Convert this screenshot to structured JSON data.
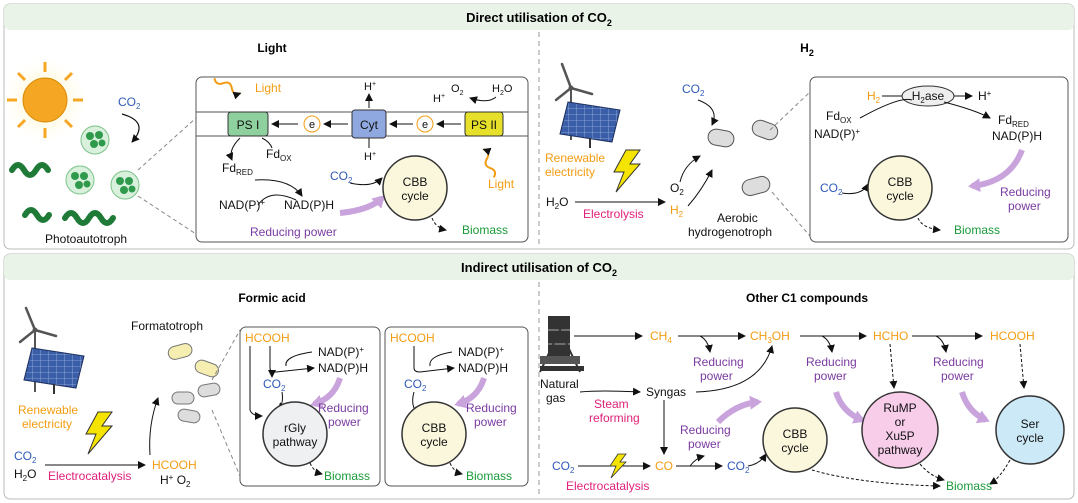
{
  "direct": {
    "title": "Direct utilisation of CO",
    "sub": "2",
    "light": {
      "title": "Light",
      "photoautotroph": "Photoautotroph",
      "co2": "CO",
      "co2_sub": "2",
      "light_top": "Light",
      "light_right": "Light",
      "ps1": "PS I",
      "ps2": "PS II",
      "cyt": "Cyt",
      "e": "e",
      "hplus": "H",
      "o2": "O",
      "h2o": "H",
      "fd_red": "Fd",
      "fd_red_sub": "RED",
      "fd_ox": "Fd",
      "fd_ox_sub": "OX",
      "nadp": "NAD(P)",
      "nadph": "NAD(P)H",
      "reducing_power": "Reducing power",
      "cbb": "CBB",
      "cycle": "cycle",
      "biomass": "Biomass"
    },
    "h2": {
      "title": "H",
      "title_sub": "2",
      "renewable": "Renewable",
      "electricity": "electricity",
      "h2o": "H",
      "electrolysis": "Electrolysis",
      "o2": "O",
      "h2": "H",
      "co2": "CO",
      "aerobic": "Aerobic",
      "hydrogenotroph": "hydrogenotroph",
      "h2ase": "H",
      "h2ase_rest": "ase",
      "hplus": "H",
      "fd_ox": "Fd",
      "fd_ox_sub": "OX",
      "fd_red": "Fd",
      "fd_red_sub": "RED",
      "nadp": "NAD(P)",
      "nadph": "NAD(P)H",
      "reducing": "Reducing",
      "power": "power",
      "cbb": "CBB",
      "cycle": "cycle",
      "biomass": "Biomass"
    }
  },
  "indirect": {
    "title": "Indirect utilisation of CO",
    "sub": "2",
    "formic": {
      "title": "Formic acid",
      "formatotroph": "Formatotroph",
      "renewable": "Renewable",
      "electricity": "electricity",
      "co2": "CO",
      "h2o": "H",
      "electrocatalysis": "Electrocatalysis",
      "hcooh": "HCOOH",
      "hplus_o2": "H",
      "o2": "O",
      "nadp": "NAD(P)",
      "nadph": "NAD(P)H",
      "reducing": "Reducing",
      "power": "power",
      "rgly": "rGly",
      "pathway": "pathway",
      "cbb": "CBB",
      "cycle": "cycle",
      "biomass": "Biomass"
    },
    "c1": {
      "title": "Other C1 compounds",
      "natural": "Natural",
      "gas": "gas",
      "ch4": "CH",
      "ch3oh_a": "CH",
      "ch3oh_b": "OH",
      "hcho": "HCHO",
      "hcooh": "HCOOH",
      "reducing": "Reducing",
      "power": "power",
      "steam": "Steam",
      "reforming": "reforming",
      "syngas": "Syngas",
      "co2": "CO",
      "co": "CO",
      "electrocatalysis": "Electrocatalysis",
      "cbb": "CBB",
      "cycle": "cycle",
      "rump": "RuMP",
      "or": "or",
      "xu5p": "Xu5P",
      "pathway": "pathway",
      "ser": "Ser",
      "ser_cycle": "cycle",
      "biomass": "Biomass"
    }
  },
  "colors": {
    "orange": "#f39c12",
    "blue": "#2f59b8",
    "magenta": "#e0207a",
    "purple": "#7a3aa0",
    "green": "#1a9a3a",
    "header_bg": "#e9f3e8",
    "ps_green": "#8fd19e",
    "cyt_blue": "#8fa9e0",
    "ps2_yellow": "#e6e02a",
    "cbb_fill": "#fbf7dc",
    "rgly_fill": "#eef0f2",
    "rump_fill": "#f7cdea",
    "ser_fill": "#cce9f7",
    "arrow_purple": "#c9a3dc"
  },
  "icons": [
    "sun-icon",
    "wind-turbine-icon",
    "solar-panel-icon",
    "lightning-icon",
    "oil-rig-icon",
    "cyanobacteria-icon",
    "bacteria-cell-icon"
  ]
}
